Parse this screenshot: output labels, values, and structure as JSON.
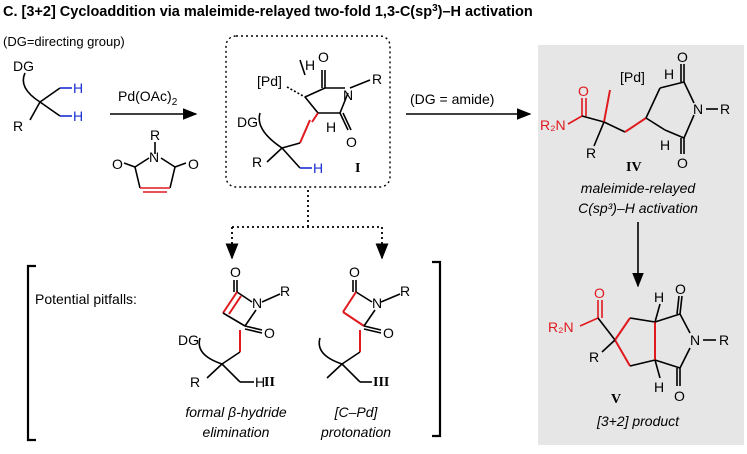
{
  "title": {
    "prefix": "C. [3+2] Cycloaddition via maleimide-relayed two-fold 1,3-C(sp",
    "sup": "3",
    "suffix": ")–H activation"
  },
  "colors": {
    "highlight": "#e0191e",
    "hydrogen": "#1a2fd1",
    "panel": "#e6e6e6"
  },
  "labels": {
    "dg_note": "(DG=directing group)",
    "reagent": "Pd(OAc)",
    "reagent_sub": "2",
    "dg_amide": "(DG = amide)",
    "pitfalls": "Potential pitfalls:",
    "beta_hydride_line1": "formal β-hydride",
    "beta_hydride_line2": "elimination",
    "protonation_line1": "[C–Pd]",
    "protonation_line2": "protonation",
    "relay_line1": "maleimide-relayed",
    "relay_line2": "C(sp³)–H activation",
    "product": "[3+2] product"
  },
  "atoms": {
    "DG": "DG",
    "R": "R",
    "H": "H",
    "N": "N",
    "O": "O",
    "Pd": "[Pd]",
    "R2N": "R₂N",
    "NR": "N–R"
  },
  "compound_labels": {
    "I": "I",
    "II": "II",
    "III": "III",
    "IV": "IV",
    "V": "V"
  }
}
